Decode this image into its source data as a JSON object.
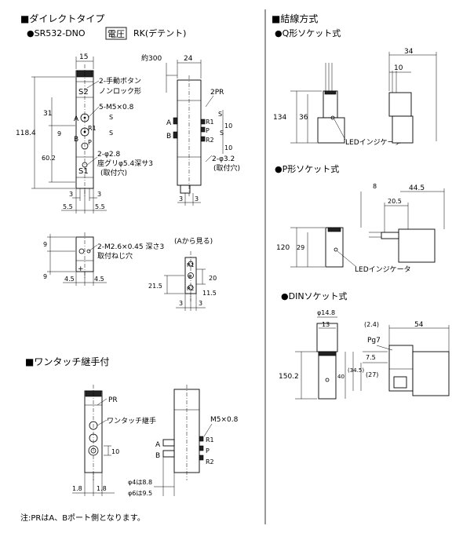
{
  "left": {
    "direct_title": "■ダイレクトタイプ",
    "model": "●SR532-DNO",
    "voltage_box": "電圧",
    "rk_text": "RK(デテント)",
    "dims": {
      "d15": "15",
      "d24": "24",
      "approx300": "約300",
      "d118_4": "118.4",
      "d31": "31",
      "d60_2": "60.2",
      "d9": "9",
      "d3": "3",
      "d5_5": "5.5",
      "d10": "10",
      "d9_5": "9.5",
      "d20": "20",
      "d21_5": "21.5",
      "d11_5": "11.5",
      "d4_5": "4.5",
      "d1_8": "1.8"
    },
    "labels": {
      "s2": "S2",
      "s1": "S1",
      "a": "A",
      "b": "B",
      "p": "P",
      "r1": "R1",
      "r2": "R2",
      "pr": "2PR",
      "s": "S",
      "plus": "+"
    },
    "callouts": {
      "manual_button": "2-手動ボタン",
      "non_lock": "ノンロック形",
      "m5": "5-M5×0.8",
      "hole_2_8": "2-φ2.8",
      "counterbore": "座グリφ5.4深サ3",
      "mount_hole": "(取付穴)",
      "hole_3_2": "2-φ3.2",
      "mount_hole2": "(取付穴)",
      "m2_6": "2-M2.6×0.45 深さ3",
      "mount_screw": "取付ねじ穴",
      "view_a": "(Aから見る)"
    },
    "one_touch_title": "■ワンタッチ継手付",
    "one_touch": {
      "pr": "PR",
      "fitting": "ワンタッチ継手",
      "m5": "M5×0.8",
      "od4": "φ4は8.8",
      "od6": "φ6は9.5"
    },
    "note": "注:PRはA、Bポート側となります。"
  },
  "right": {
    "wiring_title": "■結線方式",
    "q_title": "●Q形ソケット式",
    "q_dims": {
      "d34": "34",
      "d10": "10",
      "d134": "134",
      "d36": "36"
    },
    "led1": "LEDインジケータ",
    "p_title": "●P形ソケット式",
    "p_dims": {
      "d8": "8",
      "d44_5": "44.5",
      "d20_5": "20.5",
      "d120": "120",
      "d29": "29"
    },
    "led2": "LEDインジケータ",
    "din_title": "●DINソケット式",
    "din_dims": {
      "d14_8": "φ14.8",
      "d13": "13",
      "d2_4": "(2.4)",
      "d54": "54",
      "pg7": "Pg7",
      "d7_5": "7.5",
      "d34_5": "(34.5)",
      "d27": "(27)",
      "d40": "40",
      "d150_2": "150.2"
    }
  }
}
